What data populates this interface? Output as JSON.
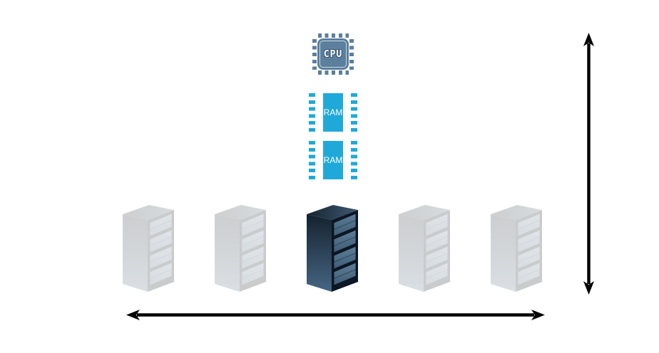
{
  "diagram": {
    "background_color": "#ffffff",
    "cpu_chip": {
      "label": "CPU",
      "color": "#5b7f9d"
    },
    "ram_modules": [
      {
        "label": "RAM"
      },
      {
        "label": "RAM"
      }
    ],
    "ram_color": "#1fa9d9",
    "server_racks": {
      "count": 5,
      "states": [
        "faded",
        "faded",
        "highlighted",
        "faded",
        "faded"
      ],
      "highlight_body_color": "#16242f",
      "bay_color": "#4e6c87"
    },
    "vertical_double_arrow": {
      "color": "#000000"
    },
    "horizontal_double_arrow": {
      "color": "#000000"
    }
  }
}
